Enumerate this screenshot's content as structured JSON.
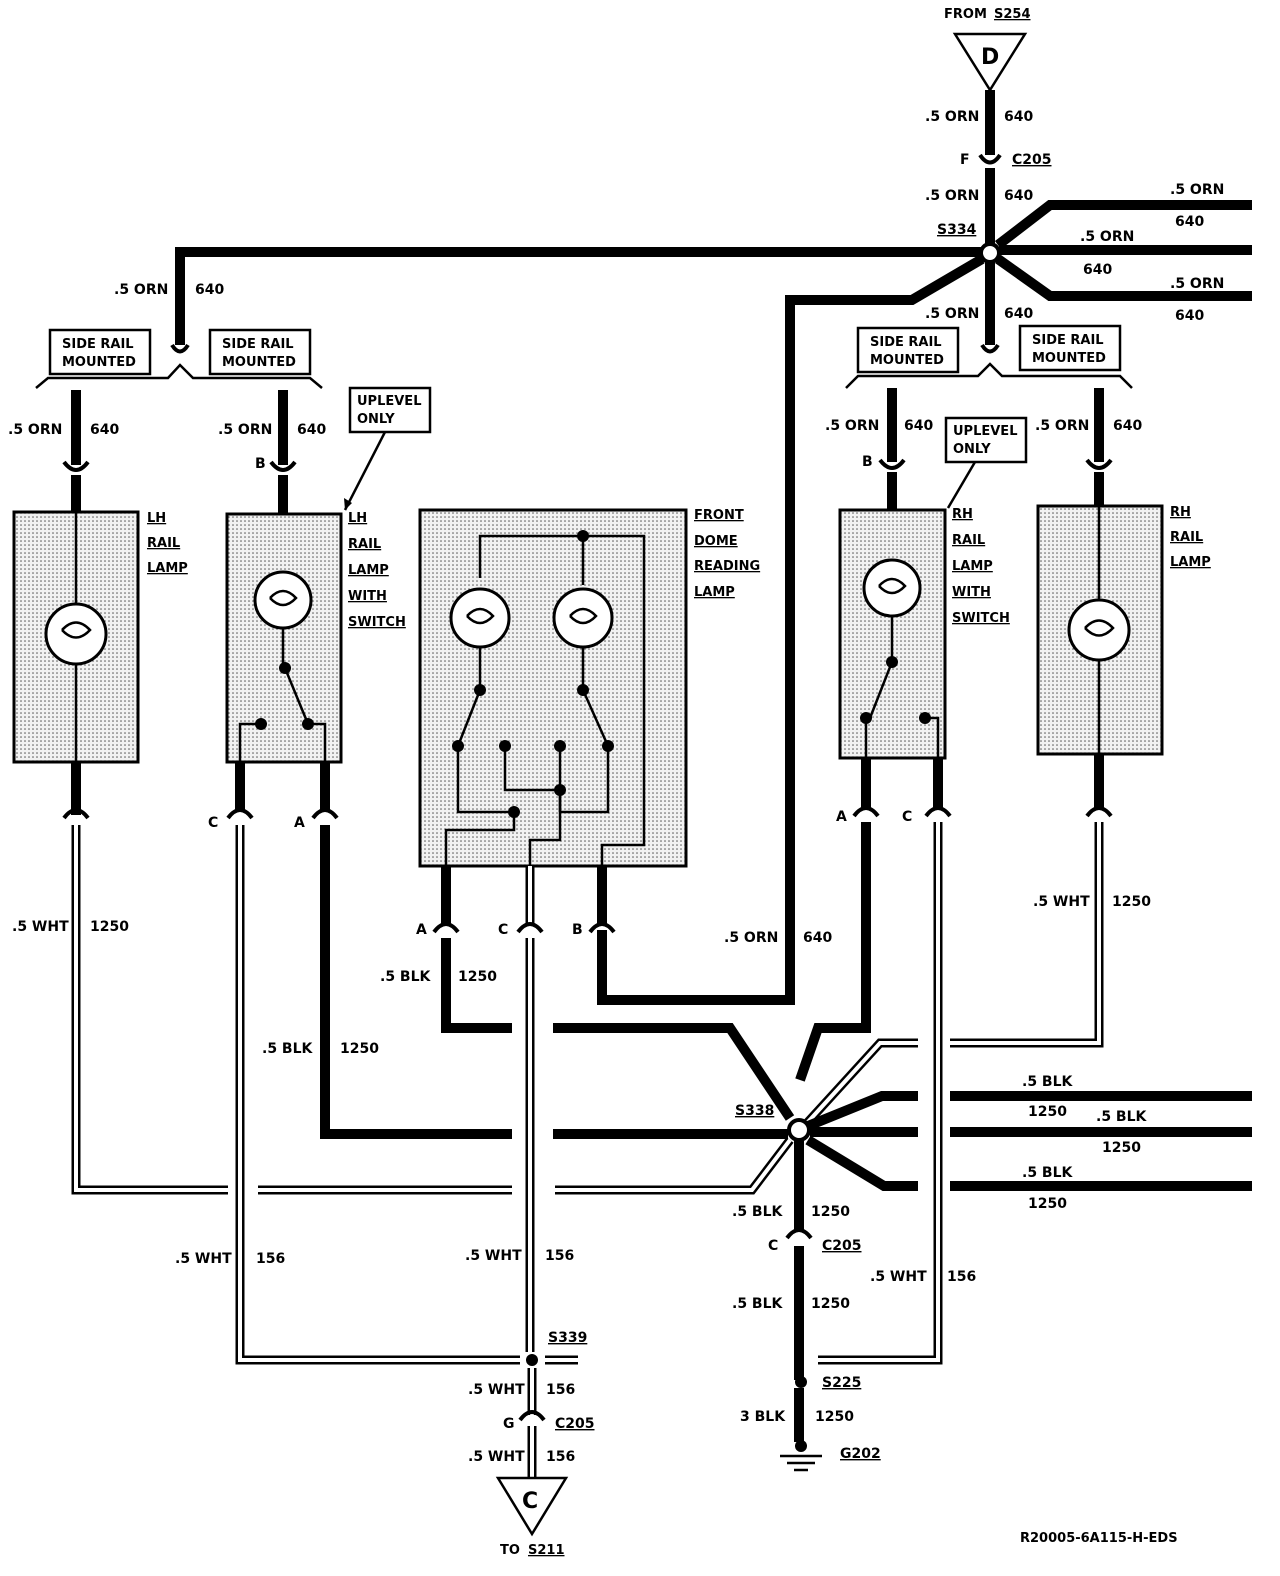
{
  "header": {
    "from_label": "FROM",
    "from_splice": "S254",
    "connector_d": "D"
  },
  "top_wires": {
    "orn_1": ".5 ORN",
    "num_1": "640",
    "conn_f": "F",
    "c205_top": "C205",
    "orn_2": ".5 ORN",
    "num_2": "640",
    "s334": "S334",
    "branch_1_color": ".5 ORN",
    "branch_1_num": "640",
    "branch_2_color": ".5 ORN",
    "branch_2_num": "640",
    "branch_3_color": ".5 ORN",
    "branch_3_num": "640",
    "down_color": ".5 ORN",
    "down_num": "640",
    "left_color": ".5 ORN",
    "left_num": "640"
  },
  "tags": {
    "side_rail_mounted_line1": "SIDE RAIL",
    "side_rail_mounted_line2": "MOUNTED",
    "uplevel_line1": "UPLEVEL",
    "uplevel_line2": "ONLY"
  },
  "components": {
    "lh_rail_lamp": [
      "LH",
      "RAIL",
      "LAMP"
    ],
    "lh_rail_lamp_switch": [
      "LH",
      "RAIL",
      "LAMP",
      "WITH",
      "SWITCH"
    ],
    "front_dome": [
      "FRONT",
      "DOME",
      "READING",
      "LAMP"
    ],
    "rh_rail_lamp_switch": [
      "RH",
      "RAIL",
      "LAMP",
      "WITH",
      "SWITCH"
    ],
    "rh_rail_lamp": [
      "RH",
      "RAIL",
      "LAMP"
    ]
  },
  "wire_labels": {
    "lh1_in_color": ".5 ORN",
    "lh1_in_num": "640",
    "lh2_in_color": ".5 ORN",
    "lh2_in_num": "640",
    "rh1_in_color": ".5 ORN",
    "rh1_in_num": "640",
    "rh2_in_color": ".5 ORN",
    "rh2_in_num": "640",
    "lh1_out_color": ".5 WHT",
    "lh1_out_num": "1250",
    "lh2_blk_color": ".5 BLK",
    "lh2_blk_num": "1250",
    "dome_blk_color": ".5 BLK",
    "dome_blk_num": "1250",
    "dome_orn_color": ".5 ORN",
    "dome_orn_num": "640",
    "rh2_out_color": ".5 WHT",
    "rh2_out_num": "1250",
    "s338": "S338",
    "s338_r1_color": ".5 BLK",
    "s338_r1_num": "1250",
    "s338_r2_color": ".5 BLK",
    "s338_r2_num": "1250",
    "s338_r3_color": ".5 BLK",
    "s338_r3_num": "1250",
    "s338_down_color": ".5 BLK",
    "s338_down_num": "1250",
    "c205_c_pin": "C",
    "c205_c": "C205",
    "after_c205_color": ".5 BLK",
    "after_c205_num": "1250",
    "s225": "S225",
    "gnd_color": "3 BLK",
    "gnd_num": "1250",
    "g202": "G202",
    "wht156_left_color": ".5 WHT",
    "wht156_left_num": "156",
    "wht156_mid_color": ".5 WHT",
    "wht156_mid_num": "156",
    "wht156_right_color": ".5 WHT",
    "wht156_right_num": "156",
    "s339": "S339",
    "s339_down_color": ".5 WHT",
    "s339_down_num": "156",
    "c205_g_pin": "G",
    "c205_g": "C205",
    "final_color": ".5 WHT",
    "final_num": "156",
    "connector_c": "C",
    "to_label": "TO",
    "to_splice": "S211"
  },
  "pins": {
    "b": "B",
    "c": "C",
    "a": "A"
  },
  "footer": {
    "ref": "R20005-6A115-H-EDS"
  }
}
